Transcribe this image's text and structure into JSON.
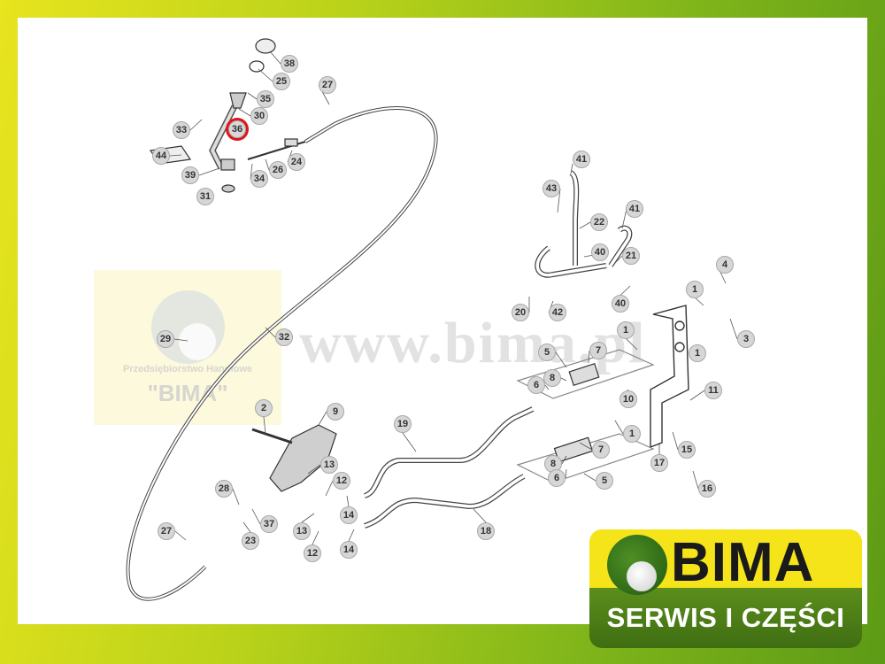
{
  "watermark": {
    "url": "www.bima.pl",
    "company_sub": "Przedsiębiorstwo Handlowe",
    "company_name": "\"BIMA\""
  },
  "logo": {
    "name": "BIMA",
    "tagline": "SERWIS I CZĘŚCI"
  },
  "callouts": [
    "38",
    "25",
    "35",
    "30",
    "36",
    "33",
    "44",
    "39",
    "34",
    "26",
    "24",
    "31",
    "27",
    "41",
    "43",
    "22",
    "41",
    "40",
    "21",
    "4",
    "1",
    "20",
    "42",
    "40",
    "3",
    "1",
    "1",
    "5",
    "7",
    "8",
    "6",
    "10",
    "11",
    "1",
    "15",
    "17",
    "16",
    "19",
    "9",
    "2",
    "13",
    "12",
    "14",
    "7",
    "8",
    "6",
    "5",
    "18",
    "28",
    "37",
    "23",
    "13",
    "12",
    "14",
    "27",
    "29",
    "32"
  ],
  "highlighted_callout": "36",
  "colors": {
    "highlight": "#e0141b",
    "logo_yellow": "#f5e41a",
    "logo_green": "#4f8a1a"
  }
}
